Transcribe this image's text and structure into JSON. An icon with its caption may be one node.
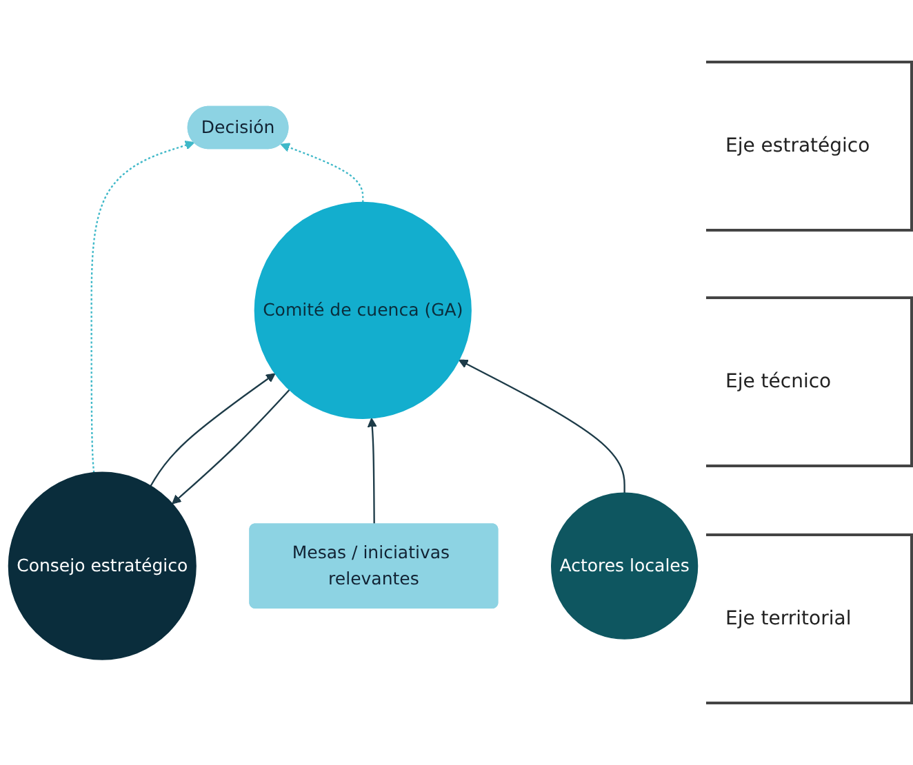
{
  "diagram": {
    "nodes": [
      {
        "text": [
          "Consejo estratégico"
        ]
      },
      {
        "text": [
          "Decisión"
        ]
      },
      {
        "text": [
          "Mesas / iniciativas relevantes"
        ]
      },
      {
        "text": [
          "Comité de cuenca (GA)"
        ]
      },
      {
        "text": [
          "Actores locales"
        ]
      }
    ],
    "edges": [
      {
        "from": 0,
        "to": 1,
        "arrow": "to",
        "style": "dashed",
        "color": "#3fb8c8"
      },
      {
        "from": 0,
        "to": 3,
        "arrow": "to"
      },
      {
        "from": 3,
        "to": 0,
        "arrow": "to"
      },
      {
        "from": 3,
        "to": 1,
        "arrow": "to",
        "style": "dashed",
        "color": "#3fb8c8"
      },
      {
        "from": 2,
        "to": 3,
        "arrow": "to"
      },
      {
        "from": 4,
        "to": 3,
        "arrow": "to"
      }
    ],
    "labels": [
      "Eje estratégico",
      "Eje técnico",
      "Eje territorial"
    ]
  }
}
